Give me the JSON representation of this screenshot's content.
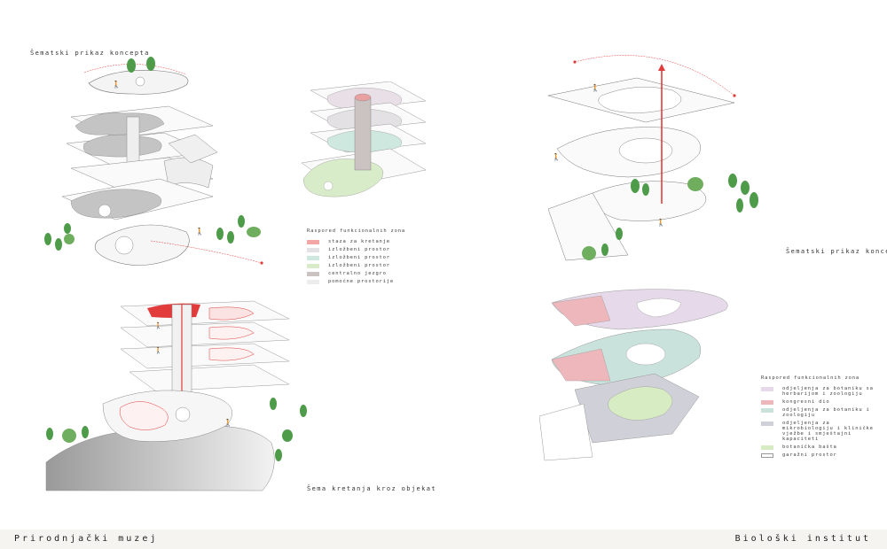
{
  "captions": {
    "concept_left": "Šematski prikaz koncepta",
    "movement": "Šema kretanja kroz objekat",
    "concept_right": "Šematski prikaz koncepta"
  },
  "legend_left": {
    "title": "Raspored funkcionalnih zona",
    "items": [
      {
        "label": "staza za kretanje",
        "color": "#f2a6a6"
      },
      {
        "label": "izložbeni prostor",
        "color": "#e3e1e3"
      },
      {
        "label": "izložbeni prostor",
        "color": "#cfe8df"
      },
      {
        "label": "izložbeni prostor",
        "color": "#d9ecc9"
      },
      {
        "label": "centralno jezgro",
        "color": "#cbc2c2"
      },
      {
        "label": "pomoćne prostorije",
        "color": "#ededed"
      }
    ]
  },
  "legend_right": {
    "title": "Raspored funkcionalnih zona",
    "items": [
      {
        "label": "odjeljenja za botaniku sa herbarijom i zoologiju",
        "color": "#e6daea"
      },
      {
        "label": "kongresni dio",
        "color": "#eeb7bb"
      },
      {
        "label": "odjeljenja za botaniku i zoologiju",
        "color": "#c9e2dc"
      },
      {
        "label": "odjeljenja za mikrobiologiju i kliničke vježbe i smještajni kapaciteti",
        "color": "#cfd0d8"
      },
      {
        "label": "botanička bašta",
        "color": "#d7ecc2"
      },
      {
        "label": "garažni prostor",
        "color": "#ffffff"
      }
    ]
  },
  "footer": {
    "left": "Prirodnjački muzej",
    "right": "Biološki institut"
  },
  "colors": {
    "accent_red": "#e23b3b",
    "tree_green": "#4e9b4a",
    "slab_gray": "#c8c8c8",
    "footer_bg": "#f5f4f1"
  }
}
